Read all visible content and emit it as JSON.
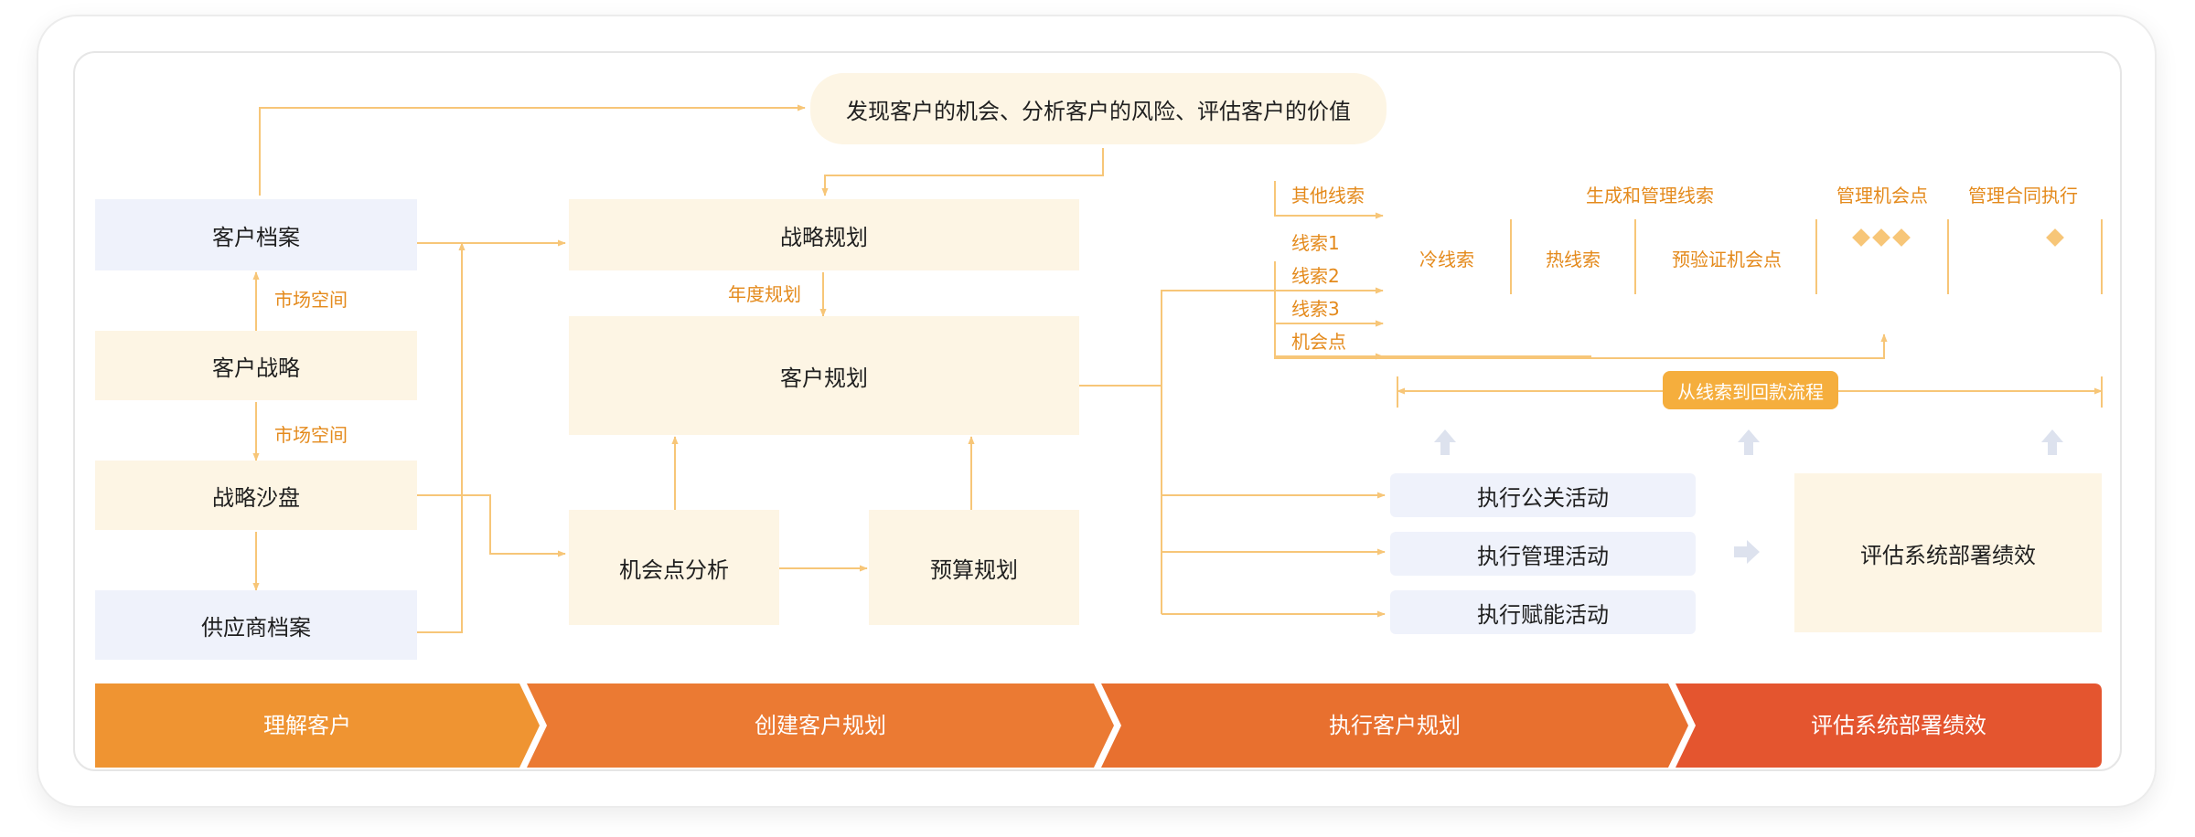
{
  "top_banner": "发现客户的机会、分析客户的风险、评估客户的价值",
  "left_column": {
    "customer_profile": "客户档案",
    "customer_strategy": "客户战略",
    "strategy_sandbox": "战略沙盘",
    "supplier_profile": "供应商档案",
    "market_space_1": "市场空间",
    "market_space_2": "市场空间"
  },
  "middle": {
    "strategic_planning": "战略规划",
    "annual_planning": "年度规划",
    "customer_planning": "客户规划",
    "opportunity_analysis": "机会点分析",
    "budget_planning": "预算规划"
  },
  "leads": {
    "other_leads": "其他线索",
    "generate_manage_leads": "生成和管理线索",
    "manage_opportunity": "管理机会点",
    "manage_contract": "管理合同执行",
    "lead1": "线索1",
    "lead2": "线索2",
    "lead3": "线索3",
    "opportunity_point": "机会点",
    "cold_lead": "冷线索",
    "hot_lead": "热线索",
    "prevalidated_opportunity": "预验证机会点",
    "flow_badge": "从线索到回款流程"
  },
  "execution": {
    "pr_activity": "执行公关活动",
    "management_activity": "执行管理活动",
    "enablement_activity": "执行赋能活动",
    "evaluate_performance": "评估系统部署绩效"
  },
  "stages": [
    "理解客户",
    "创建客户规划",
    "执行客户规划",
    "评估系统部署绩效"
  ],
  "colors": {
    "connector": "#f7c678",
    "stage_1": "#ef9432",
    "stage_2": "#eb7a33",
    "stage_3": "#e8702f",
    "stage_4": "#e4552f",
    "label_orange": "#e48a1c",
    "blue_box": "#eff2fb",
    "cream_box": "#fdf5e4"
  }
}
